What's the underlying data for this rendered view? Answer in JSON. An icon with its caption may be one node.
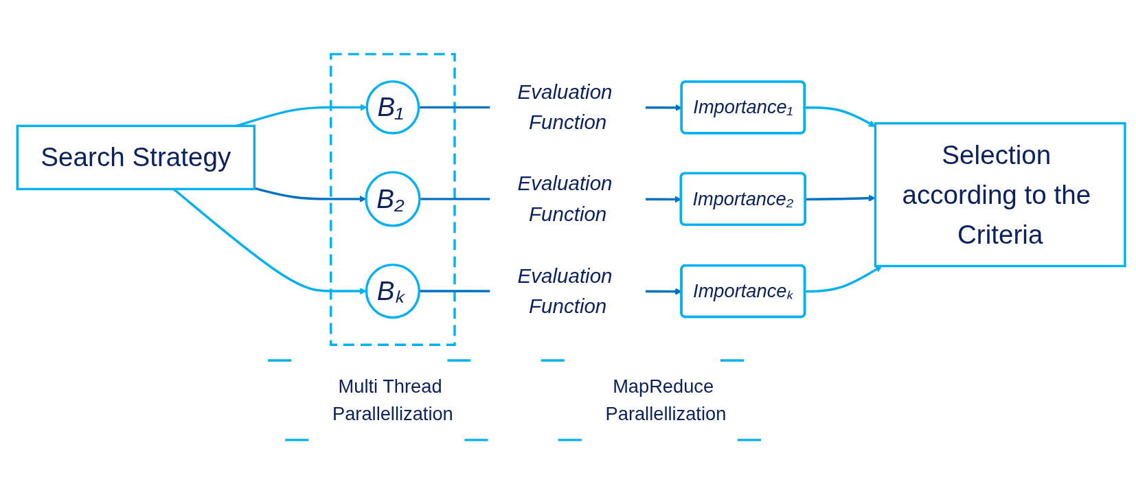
{
  "diagram": {
    "nodes": [
      {
        "text": [
          "Search Strategy"
        ]
      },
      {
        "text": [],
        "shape": "box"
      },
      {
        "text": [
          "B₁"
        ],
        "in": 1
      },
      {
        "text": [
          "B₂"
        ],
        "in": 1
      },
      {
        "text": [
          "Bₖ"
        ],
        "in": 1
      },
      {
        "text": [
          "Importance₁"
        ]
      },
      {
        "text": [
          "Importance₂"
        ]
      },
      {
        "text": [
          "Importanceₖ"
        ]
      },
      {
        "text": [
          "Selection according to the Criteria"
        ]
      },
      {
        "text": [
          "Multi Thread Parallellization"
        ]
      },
      {
        "text": [
          "MapReduce Parallellization"
        ]
      }
    ],
    "edges": [
      {
        "from": 0,
        "to": 2,
        "arrow": "to",
        "color": "#00b0f0"
      },
      {
        "from": 0,
        "to": 3,
        "arrow": "to"
      },
      {
        "from": 0,
        "to": 4,
        "arrow": "to",
        "color": "#00b0f0"
      },
      {
        "from": 2,
        "to": 5,
        "arrow": "to",
        "label": "Evaluation Function"
      },
      {
        "from": 3,
        "to": 6,
        "arrow": "to",
        "label": "Evaluation Function"
      },
      {
        "from": 4,
        "to": 7,
        "arrow": "to",
        "label": "Evaluation Function"
      },
      {
        "from": 5,
        "to": 8,
        "arrow": "to",
        "color": "#00b0f0"
      },
      {
        "from": 6,
        "to": 8,
        "arrow": "to"
      },
      {
        "from": 7,
        "to": 8,
        "arrow": "to",
        "color": "#00b0f0"
      }
    ]
  }
}
